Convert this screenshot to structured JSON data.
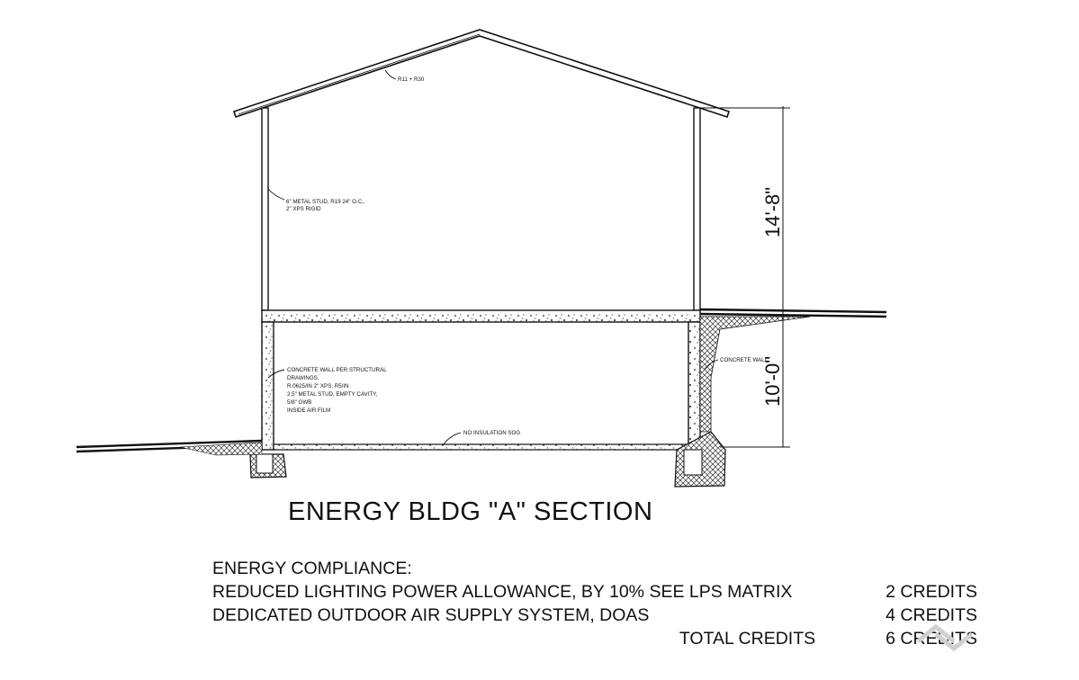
{
  "drawing": {
    "title": "ENERGY BLDG \"A\" SECTION",
    "notes": {
      "roof": "R11 + R30",
      "wall_upper": [
        "6\" METAL STUD, R19 24\" O.C.,",
        "2\" XPS RIGID"
      ],
      "wall_lower": [
        "CONCRETE WALL PER STRUCTURAL",
        "DRAWINGS.",
        "R.0625/IN 2\" XPS, R5/IN",
        "2.5\" METAL STUD, EMPTY CAVITY,",
        "5/8\" GWB",
        "INSIDE AIR FILM"
      ],
      "concrete_wall": "CONCRETE WALL",
      "slab": "NO INSULATION SOG"
    },
    "dimensions": {
      "upper": "14'-8\"",
      "lower": "10'-0\""
    }
  },
  "compliance": {
    "heading": "ENERGY COMPLIANCE:",
    "items": [
      {
        "label": "REDUCED LIGHTING POWER ALLOWANCE, BY 10% SEE LPS MATRIX",
        "credits": "2 CREDITS"
      },
      {
        "label": "DEDICATED OUTDOOR AIR SUPPLY SYSTEM, DOAS",
        "credits": "4 CREDITS"
      }
    ],
    "total_label": "TOTAL CREDITS",
    "total_credits": "6 CREDITS"
  }
}
